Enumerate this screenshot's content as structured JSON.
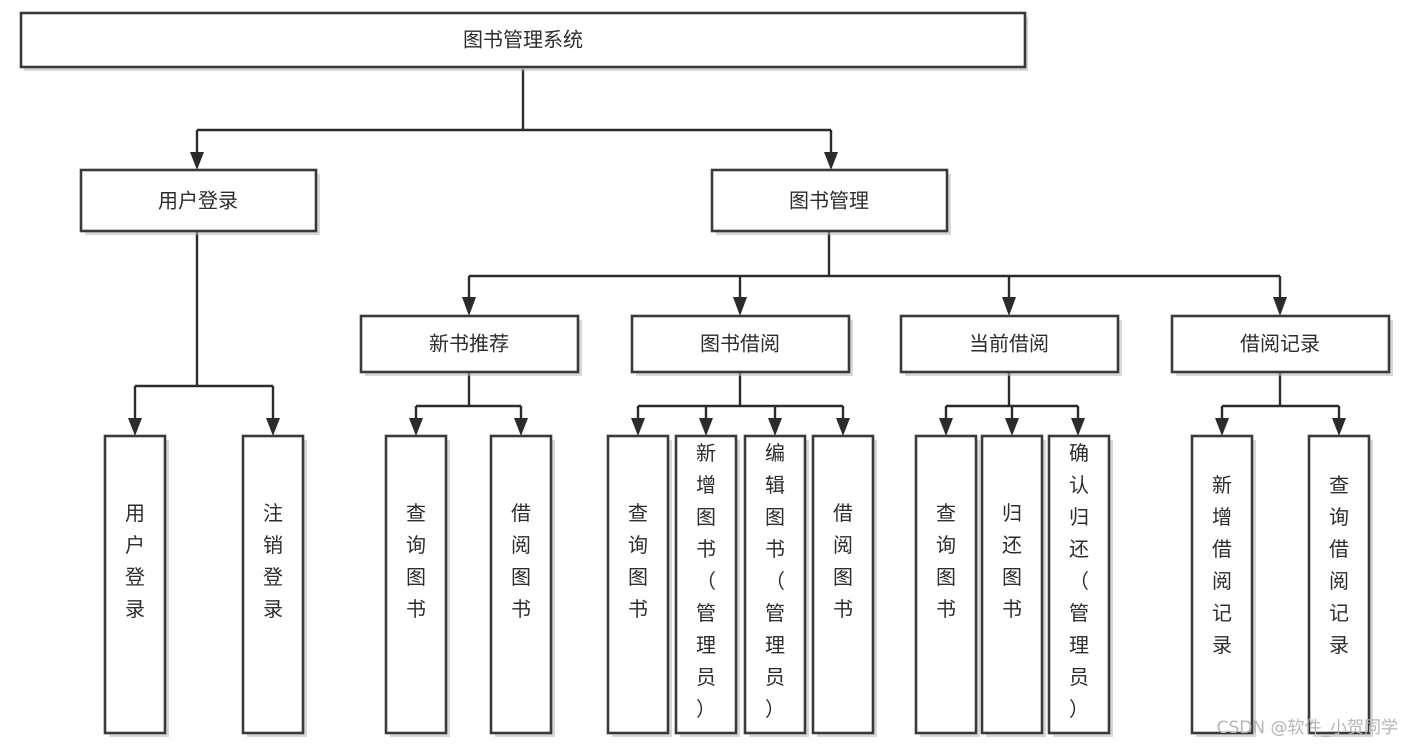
{
  "diagram": {
    "type": "hierarchy-tree",
    "title": "图书管理系统",
    "orientation": "top-down",
    "levels": 4,
    "line_color": "#2b2b2b",
    "box_fill": "#ffffff",
    "box_stroke": "#3a3a3a",
    "text_color": "#2d2d2d"
  },
  "nodes": {
    "root": {
      "label": "图书管理系统",
      "level": 0,
      "orientation": "horizontal"
    },
    "l1": [
      {
        "id": "user-login",
        "label": "用户登录",
        "level": 1,
        "orientation": "horizontal"
      },
      {
        "id": "book-management",
        "label": "图书管理",
        "level": 1,
        "orientation": "horizontal"
      }
    ],
    "l2": [
      {
        "id": "new-book-recommend",
        "label": "新书推荐",
        "level": 2,
        "orientation": "horizontal",
        "parent": "book-management"
      },
      {
        "id": "book-borrow",
        "label": "图书借阅",
        "level": 2,
        "orientation": "horizontal",
        "parent": "book-management"
      },
      {
        "id": "current-borrow",
        "label": "当前借阅",
        "level": 2,
        "orientation": "horizontal",
        "parent": "book-management"
      },
      {
        "id": "borrow-record",
        "label": "借阅记录",
        "level": 2,
        "orientation": "horizontal",
        "parent": "book-management"
      }
    ],
    "leaves": [
      {
        "id": "leaf-user-login",
        "label": "用户登录",
        "parent": "user-login",
        "orientation": "vertical"
      },
      {
        "id": "leaf-logout-login",
        "label": "注销登录",
        "parent": "user-login",
        "orientation": "vertical"
      },
      {
        "id": "leaf-query-book-1",
        "label": "查询图书",
        "parent": "new-book-recommend",
        "orientation": "vertical"
      },
      {
        "id": "leaf-borrow-book-1",
        "label": "借阅图书",
        "parent": "new-book-recommend",
        "orientation": "vertical"
      },
      {
        "id": "leaf-query-book-2",
        "label": "查询图书",
        "parent": "book-borrow",
        "orientation": "vertical"
      },
      {
        "id": "leaf-add-book",
        "label": "新增图书（管理员）",
        "parent": "book-borrow",
        "orientation": "vertical"
      },
      {
        "id": "leaf-edit-book",
        "label": "编辑图书（管理员）",
        "parent": "book-borrow",
        "orientation": "vertical"
      },
      {
        "id": "leaf-borrow-book-2",
        "label": "借阅图书",
        "parent": "book-borrow",
        "orientation": "vertical"
      },
      {
        "id": "leaf-query-book-3",
        "label": "查询图书",
        "parent": "current-borrow",
        "orientation": "vertical"
      },
      {
        "id": "leaf-return-book",
        "label": "归还图书",
        "parent": "current-borrow",
        "orientation": "vertical"
      },
      {
        "id": "leaf-confirm-return",
        "label": "确认归还（管理员）",
        "parent": "current-borrow",
        "orientation": "vertical"
      },
      {
        "id": "leaf-add-record",
        "label": "新增借阅记录",
        "parent": "borrow-record",
        "orientation": "vertical"
      },
      {
        "id": "leaf-query-record",
        "label": "查询借阅记录",
        "parent": "borrow-record",
        "orientation": "vertical"
      }
    ]
  },
  "watermark": {
    "text": "CSDN @软件_小贺同学"
  }
}
